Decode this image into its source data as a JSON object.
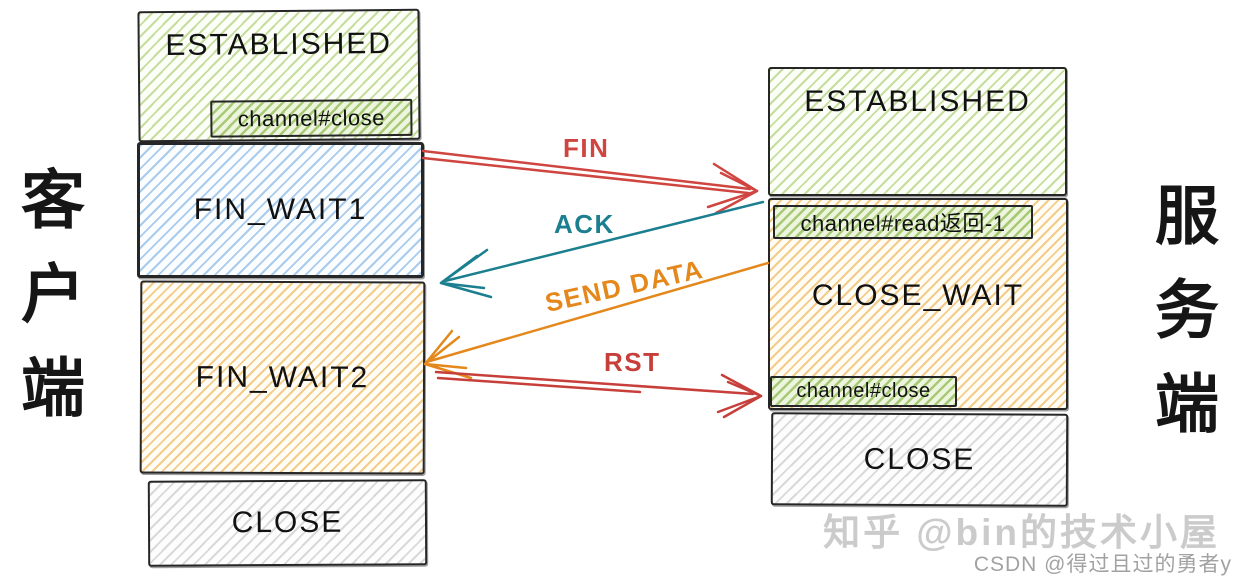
{
  "diagram": {
    "left_actor": "客户端",
    "right_actor": "服务端"
  },
  "client_states": {
    "established": "ESTABLISHED",
    "established_annotation": "channel#close",
    "fin_wait1": "FIN_WAIT1",
    "fin_wait2": "FIN_WAIT2",
    "close": "CLOSE"
  },
  "server_states": {
    "established": "ESTABLISHED",
    "close_wait": "CLOSE_WAIT",
    "close_wait_annotation_top": "channel#read返回-1",
    "close_wait_annotation_bottom": "channel#close",
    "close": "CLOSE"
  },
  "messages": {
    "fin": {
      "label": "FIN",
      "color": "#cf4540",
      "from": "client",
      "to": "server"
    },
    "ack": {
      "label": "ACK",
      "color": "#1b7f8f",
      "from": "server",
      "to": "client"
    },
    "send_data": {
      "label": "SEND DATA",
      "color": "#e5881c",
      "from": "server",
      "to": "client"
    },
    "rst": {
      "label": "RST",
      "color": "#c73f3a",
      "from": "client",
      "to": "server"
    }
  },
  "watermarks": {
    "zhihu": "知乎 @bin的技术小屋",
    "csdn": "CSDN @得过且过的勇者y"
  },
  "palette": {
    "established_fill": "#c6dda0",
    "annotation_fill": "#a8ca77",
    "fin_wait1_fill": "#a9cbec",
    "fin_wait2_fill": "#f4cc8a",
    "close_fill": "#d9d9d9",
    "border": "#262626"
  }
}
